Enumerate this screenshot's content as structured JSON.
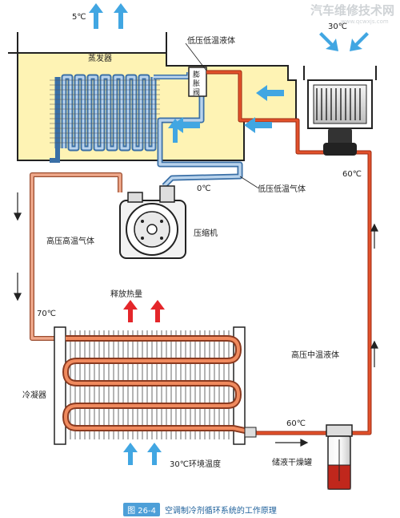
{
  "watermark": {
    "main": "汽车维修技术网",
    "sub": "www.qcwxjs.com"
  },
  "temperatures": {
    "evaporator_air": "5℃",
    "condenser_inlet_air": "30℃",
    "after_condenser_fan": "60℃",
    "evap_outlet": "0℃",
    "compressor_out": "70℃",
    "condenser_out": "60℃",
    "ambient": "30℃环境温度"
  },
  "labels": {
    "evaporator": "蒸发器",
    "expansion_valve": [
      "膨",
      "胀",
      "阀"
    ],
    "low_pressure_liquid": "低压低温液体",
    "low_pressure_gas": "低压低温气体",
    "compressor": "压缩机",
    "high_pressure_gas": "高压高温气体",
    "heat_release": "释放热量",
    "condenser": "冷凝器",
    "high_pressure_liquid": "高压中温液体",
    "receiver_drier": "储液干燥罐"
  },
  "caption": {
    "number": "图 26-4",
    "title": "空调制冷剂循环系统的工作原理"
  },
  "colors": {
    "evaporator_body": "#fef3b4",
    "low_pressure_pipe": "#8eb6dc",
    "high_pressure_pipe": "#e2512b",
    "hot_gas_pipe": "#f0a98c",
    "blue_arrow": "#41a6e2",
    "red_arrow": "#e4262a"
  }
}
